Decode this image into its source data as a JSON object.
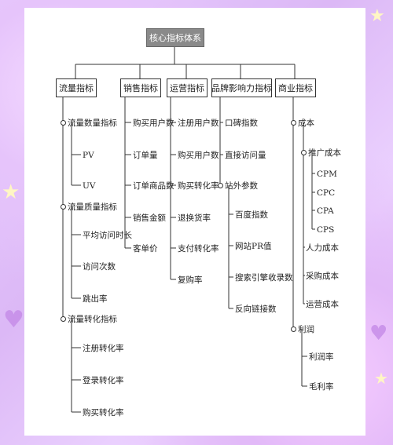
{
  "root": "核心指标体系",
  "categories": [
    {
      "title": "流量指标",
      "items": [
        {
          "label": "流量数量指标",
          "children": [
            "PV",
            "UV"
          ]
        },
        {
          "label": "流量质量指标",
          "children": [
            "平均访问时长",
            "访问次数",
            "跳出率"
          ]
        },
        {
          "label": "流量转化指标",
          "children": [
            "注册转化率",
            "登录转化率",
            "购买转化率"
          ]
        }
      ]
    },
    {
      "title": "销售指标",
      "items": [
        "购买用户数",
        "订单量",
        "订单商品数",
        "销售金额",
        "客单价"
      ]
    },
    {
      "title": "运营指标",
      "items": [
        "注册用户数",
        "购买用户数",
        "购买转化率",
        "退换货率",
        "支付转化率",
        "复购率"
      ]
    },
    {
      "title": "品牌影响力指标",
      "items": [
        "口碑指数",
        "直接访问量",
        {
          "label": "站外参数",
          "children": [
            "百度指数",
            "网站PR值",
            "搜索引擎收录数",
            "反向链接数"
          ]
        }
      ]
    },
    {
      "title": "商业指标",
      "items": [
        {
          "label": "成本",
          "children": [
            {
              "label": "推广成本",
              "children": [
                "CPM",
                "CPC",
                "CPA",
                "CPS"
              ]
            },
            "人力成本",
            "采购成本",
            "运营成本"
          ]
        },
        {
          "label": "利润",
          "children": [
            "利润率",
            "毛利率"
          ]
        }
      ]
    }
  ]
}
